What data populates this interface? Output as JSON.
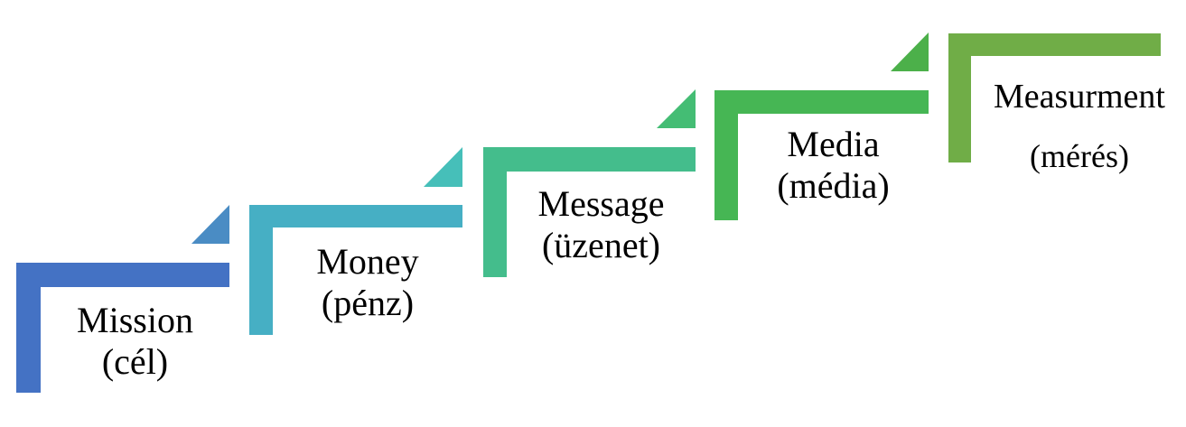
{
  "steps": [
    {
      "title": "Mission",
      "subtitle": "(cél)",
      "color": "#4472C4",
      "triangle_color": "#4A8CC4"
    },
    {
      "title": "Money",
      "subtitle": "(pénz)",
      "color": "#46AFC4",
      "triangle_color": "#46BFB9"
    },
    {
      "title": "Message",
      "subtitle": "(üzenet)",
      "color": "#44BD8C",
      "triangle_color": "#44BD74"
    },
    {
      "title": "Media",
      "subtitle": "(média)",
      "color": "#46B654",
      "triangle_color": "#4CB04A"
    },
    {
      "title": "Measurment",
      "subtitle": "(mérés)",
      "color": "#70AD47",
      "triangle_color": "#70AD47"
    }
  ]
}
